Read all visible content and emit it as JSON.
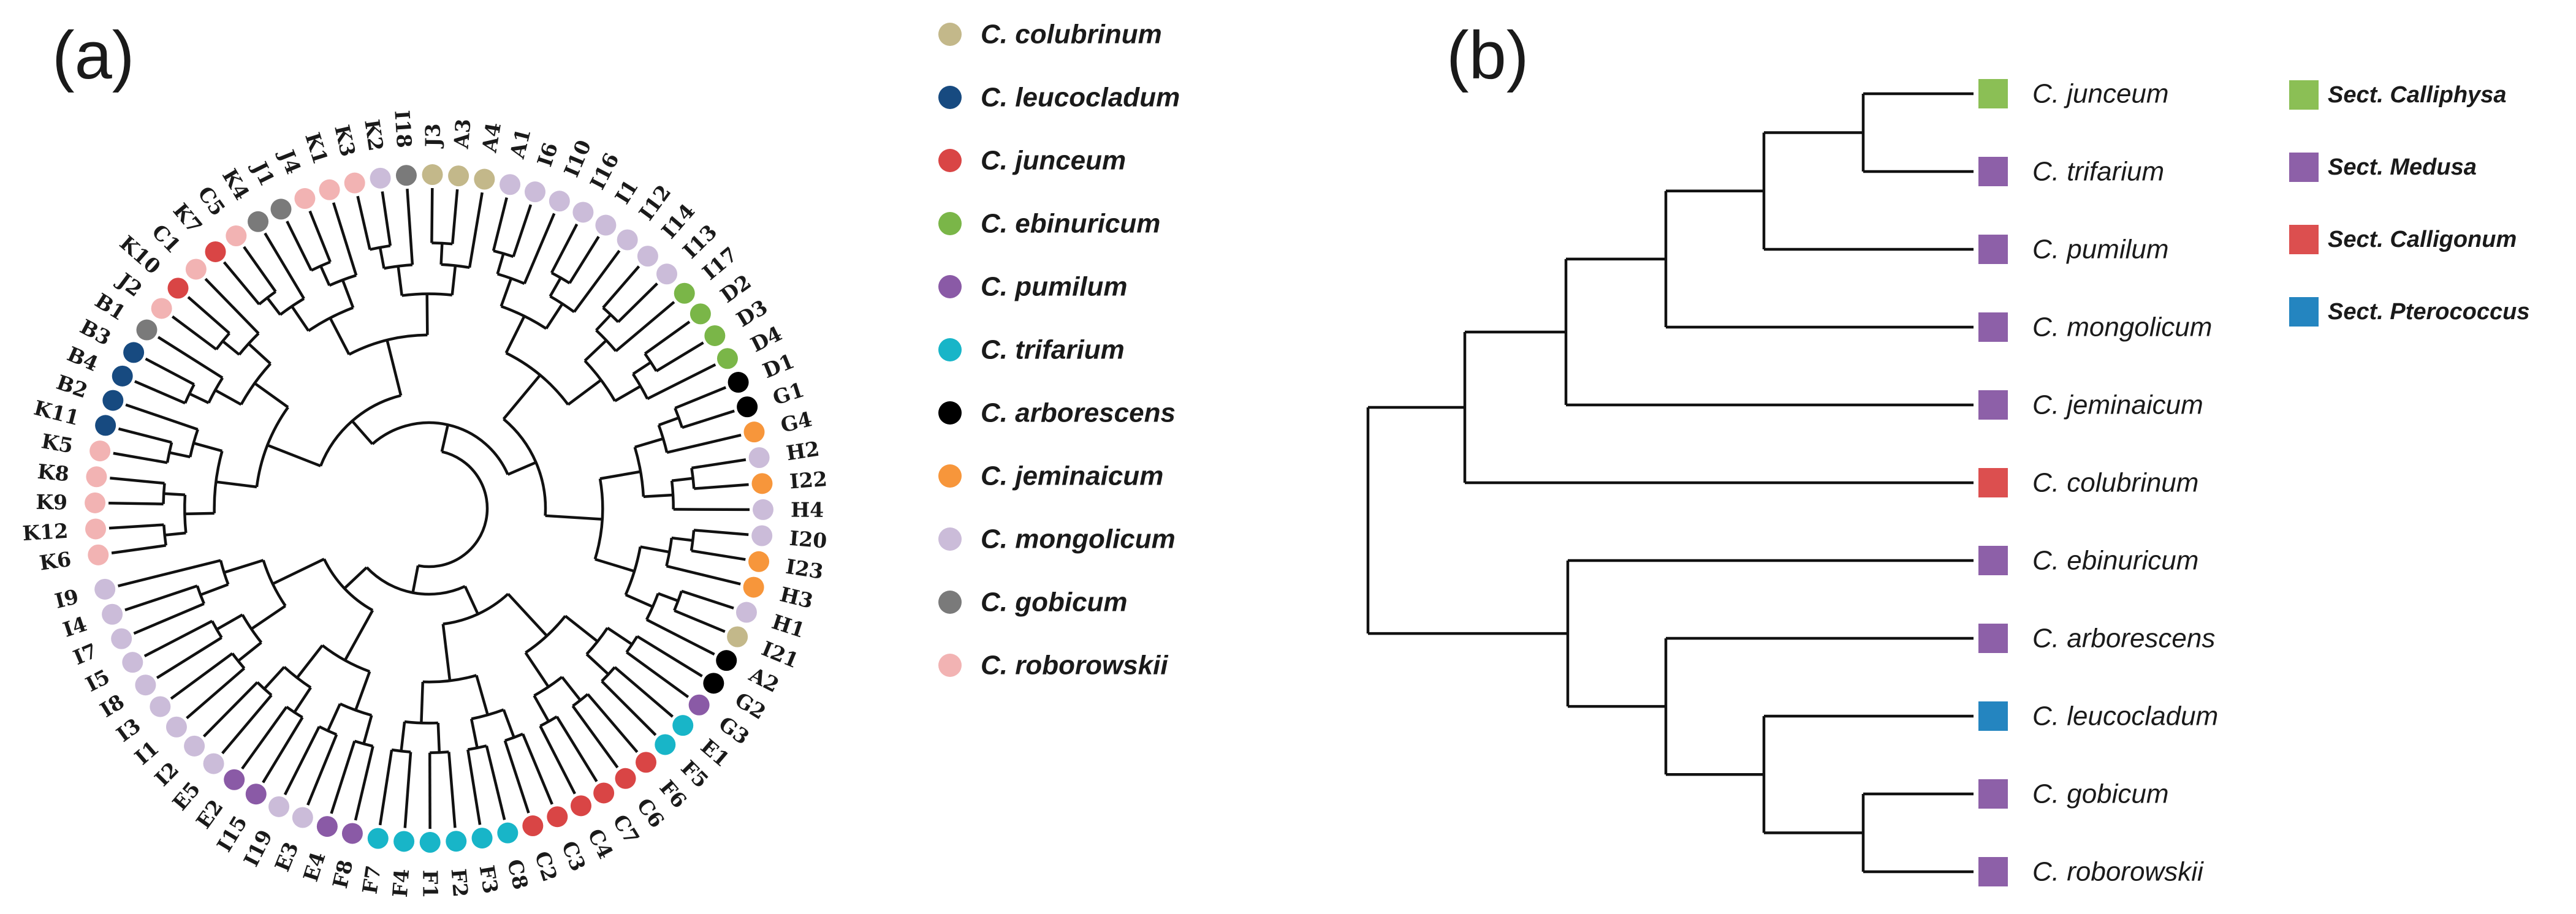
{
  "panel_a": {
    "label": "(a)",
    "tips": [
      {
        "id": "K6",
        "species": "C. roborowskii"
      },
      {
        "id": "K12",
        "species": "C. roborowskii"
      },
      {
        "id": "K9",
        "species": "C. roborowskii"
      },
      {
        "id": "K8",
        "species": "C. roborowskii"
      },
      {
        "id": "K5",
        "species": "C. roborowskii"
      },
      {
        "id": "K11",
        "species": "C. leucocladum"
      },
      {
        "id": "B2",
        "species": "C. leucocladum"
      },
      {
        "id": "B4",
        "species": "C. leucocladum"
      },
      {
        "id": "B3",
        "species": "C. leucocladum"
      },
      {
        "id": "B1",
        "species": "C. gobicum"
      },
      {
        "id": "J2",
        "species": "C. roborowskii"
      },
      {
        "id": "K10",
        "species": "C. junceum"
      },
      {
        "id": "C1",
        "species": "C. roborowskii"
      },
      {
        "id": "K7",
        "species": "C. junceum"
      },
      {
        "id": "C5",
        "species": "C. roborowskii"
      },
      {
        "id": "K4",
        "species": "C. gobicum"
      },
      {
        "id": "J1",
        "species": "C. gobicum"
      },
      {
        "id": "J4",
        "species": "C. roborowskii"
      },
      {
        "id": "K1",
        "species": "C. roborowskii"
      },
      {
        "id": "K3",
        "species": "C. roborowskii"
      },
      {
        "id": "K2",
        "species": "C. mongolicum"
      },
      {
        "id": "I18",
        "species": "C. gobicum"
      },
      {
        "id": "J3",
        "species": "C. colubrinum"
      },
      {
        "id": "A3",
        "species": "C. colubrinum"
      },
      {
        "id": "A4",
        "species": "C. colubrinum"
      },
      {
        "id": "A1",
        "species": "C. mongolicum"
      },
      {
        "id": "I6",
        "species": "C. mongolicum"
      },
      {
        "id": "I10",
        "species": "C. mongolicum"
      },
      {
        "id": "I16",
        "species": "C. mongolicum"
      },
      {
        "id": "I1",
        "species": "C. mongolicum"
      },
      {
        "id": "I12",
        "species": "C. mongolicum"
      },
      {
        "id": "I14",
        "species": "C. mongolicum"
      },
      {
        "id": "I13",
        "species": "C. mongolicum"
      },
      {
        "id": "I17",
        "species": "C. ebinuricum"
      },
      {
        "id": "D2",
        "species": "C. ebinuricum"
      },
      {
        "id": "D3",
        "species": "C. ebinuricum"
      },
      {
        "id": "D4",
        "species": "C. ebinuricum"
      },
      {
        "id": "D1",
        "species": "C. arborescens"
      },
      {
        "id": "G1",
        "species": "C. arborescens"
      },
      {
        "id": "G4",
        "species": "C. jeminaicum"
      },
      {
        "id": "H2",
        "species": "C. mongolicum"
      },
      {
        "id": "I22",
        "species": "C. jeminaicum"
      },
      {
        "id": "H4",
        "species": "C. mongolicum"
      },
      {
        "id": "I20",
        "species": "C. mongolicum"
      },
      {
        "id": "I23",
        "species": "C. jeminaicum"
      },
      {
        "id": "H3",
        "species": "C. jeminaicum"
      },
      {
        "id": "H1",
        "species": "C. mongolicum"
      },
      {
        "id": "I21",
        "species": "C. colubrinum"
      },
      {
        "id": "A2",
        "species": "C. arborescens"
      },
      {
        "id": "G2",
        "species": "C. arborescens"
      },
      {
        "id": "G3",
        "species": "C. pumilum"
      },
      {
        "id": "E1",
        "species": "C. trifarium"
      },
      {
        "id": "F5",
        "species": "C. trifarium"
      },
      {
        "id": "F6",
        "species": "C. junceum"
      },
      {
        "id": "C6",
        "species": "C. junceum"
      },
      {
        "id": "C7",
        "species": "C. junceum"
      },
      {
        "id": "C4",
        "species": "C. junceum"
      },
      {
        "id": "C3",
        "species": "C. junceum"
      },
      {
        "id": "C2",
        "species": "C. junceum"
      },
      {
        "id": "C8",
        "species": "C. trifarium"
      },
      {
        "id": "F3",
        "species": "C. trifarium"
      },
      {
        "id": "F2",
        "species": "C. trifarium"
      },
      {
        "id": "F1",
        "species": "C. trifarium"
      },
      {
        "id": "F4",
        "species": "C. trifarium"
      },
      {
        "id": "F7",
        "species": "C. trifarium"
      },
      {
        "id": "F8",
        "species": "C. pumilum"
      },
      {
        "id": "E4",
        "species": "C. pumilum"
      },
      {
        "id": "E3",
        "species": "C. mongolicum"
      },
      {
        "id": "I19",
        "species": "C. mongolicum"
      },
      {
        "id": "I15",
        "species": "C. pumilum"
      },
      {
        "id": "E2",
        "species": "C. pumilum"
      },
      {
        "id": "E5",
        "species": "C. mongolicum"
      },
      {
        "id": "I2",
        "species": "C. mongolicum"
      },
      {
        "id": "I1",
        "species": "C. mongolicum"
      },
      {
        "id": "I3",
        "species": "C. mongolicum"
      },
      {
        "id": "I8",
        "species": "C. mongolicum"
      },
      {
        "id": "I5",
        "species": "C. mongolicum"
      },
      {
        "id": "I7",
        "species": "C. mongolicum"
      },
      {
        "id": "I4",
        "species": "C. mongolicum"
      },
      {
        "id": "I9",
        "species": "C. mongolicum"
      }
    ],
    "legend": [
      {
        "name": "C. colubrinum",
        "color": "#c3b88a"
      },
      {
        "name": "C. leucocladum",
        "color": "#174a80"
      },
      {
        "name": "C. junceum",
        "color": "#d94545"
      },
      {
        "name": "C. ebinuricum",
        "color": "#7ab648"
      },
      {
        "name": "C. pumilum",
        "color": "#8a5aa6"
      },
      {
        "name": "C. trifarium",
        "color": "#18b5c8"
      },
      {
        "name": "C. arborescens",
        "color": "#000000"
      },
      {
        "name": "C. jeminaicum",
        "color": "#f7963b"
      },
      {
        "name": "C. mongolicum",
        "color": "#cbbcd9"
      },
      {
        "name": "C. gobicum",
        "color": "#7a7a7a"
      },
      {
        "name": "C. roborowskii",
        "color": "#f2b3b3"
      }
    ]
  },
  "panel_b": {
    "label": "(b)",
    "taxa": [
      {
        "name": "C. junceum",
        "section": "Sect. Calliphysa"
      },
      {
        "name": "C. trifarium",
        "section": "Sect. Medusa"
      },
      {
        "name": "C. pumilum",
        "section": "Sect. Medusa"
      },
      {
        "name": "C. mongolicum",
        "section": "Sect. Medusa"
      },
      {
        "name": "C. jeminaicum",
        "section": "Sect. Medusa"
      },
      {
        "name": "C. colubrinum",
        "section": "Sect. Calligonum"
      },
      {
        "name": "C. ebinuricum",
        "section": "Sect. Medusa"
      },
      {
        "name": "C. arborescens",
        "section": "Sect. Medusa"
      },
      {
        "name": "C. leucocladum",
        "section": "Sect. Pterococcus"
      },
      {
        "name": "C. gobicum",
        "section": "Sect. Medusa"
      },
      {
        "name": "C. roborowskii",
        "section": "Sect. Medusa"
      }
    ],
    "sections": [
      {
        "name": "Sect. Calliphysa",
        "color": "#8bbf55"
      },
      {
        "name": "Sect. Medusa",
        "color": "#8d60a8"
      },
      {
        "name": "Sect. Calligonum",
        "color": "#dc4f4f"
      },
      {
        "name": "Sect. Pterococcus",
        "color": "#2485c0"
      }
    ]
  }
}
